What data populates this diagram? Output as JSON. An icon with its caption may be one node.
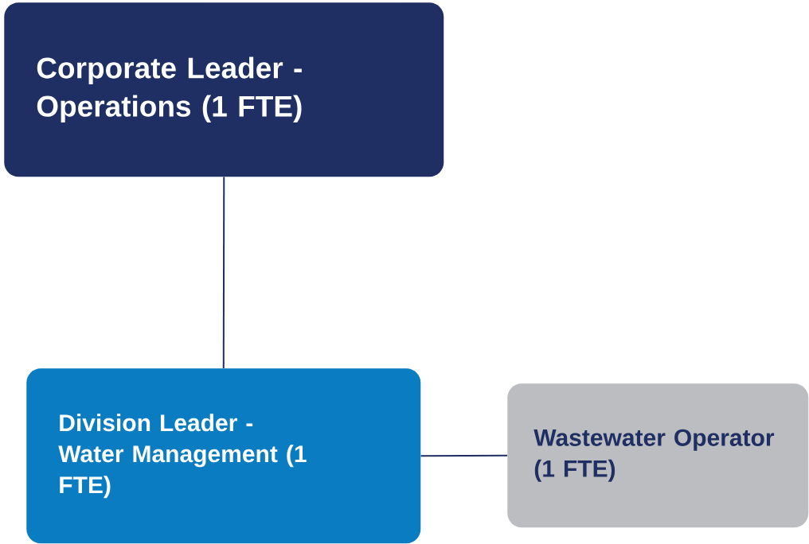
{
  "diagram": {
    "nodes": [
      {
        "text": [
          "Corporate Leader - Operations (1 FTE)"
        ]
      },
      {
        "text": [
          "Division Leader - Water Management (1 FTE)"
        ]
      },
      {
        "text": [
          "Wastewater Operator (1 FTE)"
        ]
      }
    ],
    "edges": [
      {
        "from": 0,
        "to": 1,
        "arrow": "none"
      },
      {
        "from": 1,
        "to": 2,
        "arrow": "none"
      }
    ]
  }
}
